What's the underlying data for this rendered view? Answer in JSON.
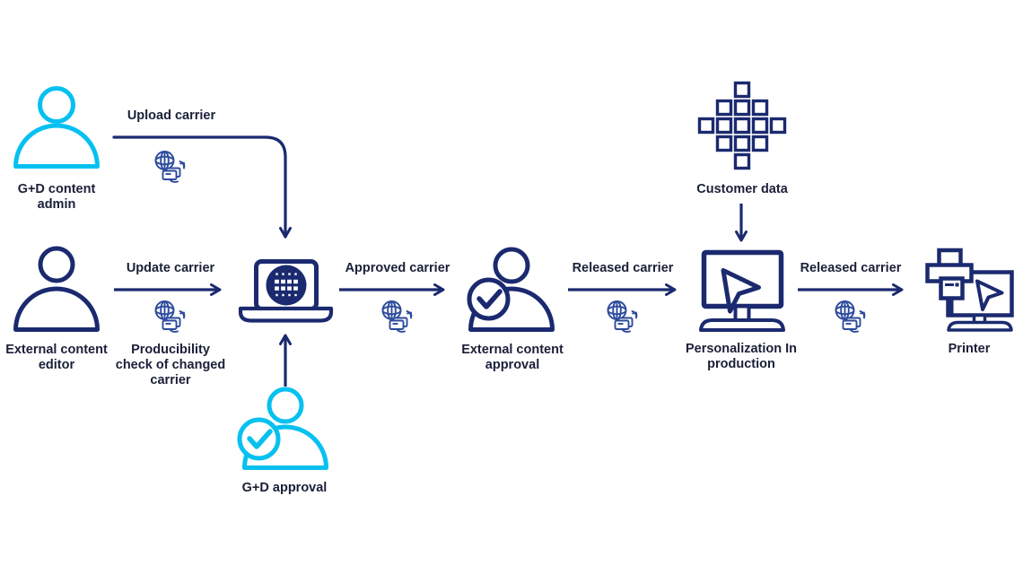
{
  "colors": {
    "navy": "#1B2A6F",
    "cyan": "#06C1F0",
    "transfer_blue": "#2D4B9C",
    "text": "#1A2038",
    "background": "#FFFFFF"
  },
  "nodes": {
    "gd_content_admin": {
      "label": "G+D content\nadmin",
      "icon": "person-icon",
      "color": "cyan"
    },
    "external_content_editor": {
      "label": "External content\neditor",
      "icon": "person-icon",
      "color": "navy"
    },
    "carrier_laptop": {
      "label": "",
      "icon": "laptop-globe-icon",
      "color": "navy"
    },
    "gd_approval": {
      "label": "G+D approval",
      "icon": "person-check-icon",
      "color": "cyan"
    },
    "external_content_approval": {
      "label": "External content\napproval",
      "icon": "person-check-icon",
      "color": "navy"
    },
    "customer_data": {
      "label": "Customer data",
      "icon": "data-squares-icon",
      "color": "navy"
    },
    "personalization_in_production": {
      "label": "Personalization In\nproduction",
      "icon": "monitor-cursor-icon",
      "color": "navy"
    },
    "printer": {
      "label": "Printer",
      "icon": "printer-monitor-icon",
      "color": "navy"
    }
  },
  "edges": {
    "upload_carrier": {
      "label": "Upload carrier",
      "icon": "globe-transfer-icon"
    },
    "update_carrier": {
      "label": "Update carrier",
      "icon": "globe-transfer-icon",
      "note": "Producibility\ncheck of changed\ncarrier"
    },
    "approved_carrier": {
      "label": "Approved carrier",
      "icon": "globe-transfer-icon"
    },
    "released_carrier_1": {
      "label": "Released carrier",
      "icon": "globe-transfer-icon"
    },
    "released_carrier_2": {
      "label": "Released carrier",
      "icon": "globe-transfer-icon"
    }
  }
}
